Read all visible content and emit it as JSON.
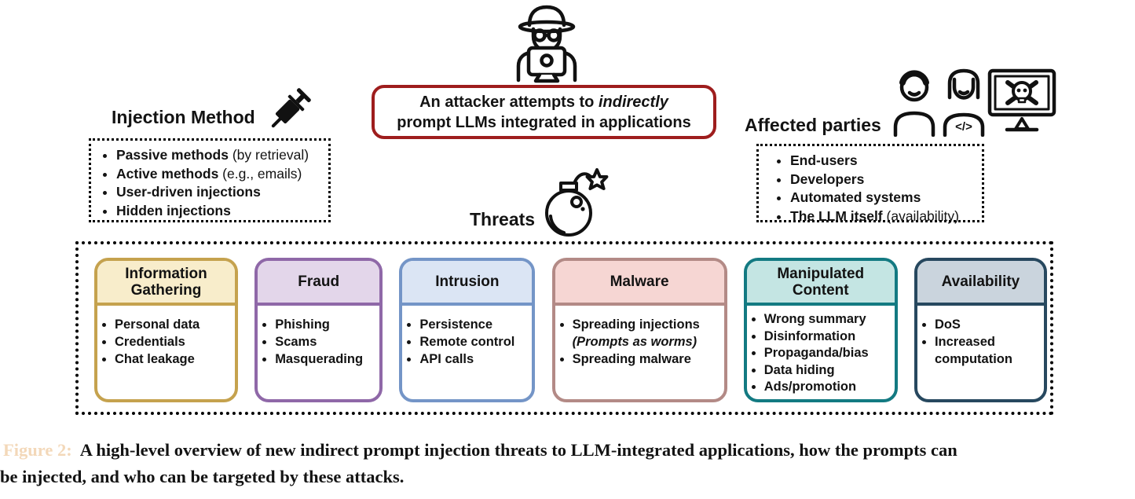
{
  "attacker_box": {
    "line1_normal": "An attacker attempts to ",
    "line1_italic": "indirectly",
    "line2": "prompt LLMs integrated in applications",
    "border_color": "#9E1D1D"
  },
  "injection_method": {
    "title": "Injection Method",
    "icon": "syringe-icon",
    "items": [
      {
        "b": "Passive methods",
        "r": " (by retrieval)"
      },
      {
        "b": "Active methods",
        "r": " (e.g., emails)"
      },
      {
        "b": "User-driven injections"
      },
      {
        "b": "Hidden injections"
      }
    ]
  },
  "affected_parties": {
    "title": "Affected parties",
    "icons": [
      "man-user-icon",
      "woman-developer-icon",
      "skull-monitor-icon"
    ],
    "items": [
      {
        "b": "End-users"
      },
      {
        "b": "Developers"
      },
      {
        "b": "Automated systems"
      },
      {
        "b": "The LLM itself",
        "r": " (availability)"
      }
    ]
  },
  "threats": {
    "title": "Threats",
    "icon": "bomb-icon",
    "cards": [
      {
        "title": "Information Gathering",
        "border_color": "#C5A24E",
        "header_bg": "#F8EDCB",
        "items": [
          {
            "b": "Personal data"
          },
          {
            "b": "Credentials"
          },
          {
            "b": "Chat leakage"
          }
        ]
      },
      {
        "title": "Fraud",
        "border_color": "#8F68A8",
        "header_bg": "#E3D6EA",
        "items": [
          {
            "b": "Phishing"
          },
          {
            "b": "Scams"
          },
          {
            "b": "Masquerading"
          }
        ]
      },
      {
        "title": "Intrusion",
        "border_color": "#7495C7",
        "header_bg": "#DBE5F4",
        "items": [
          {
            "b": "Persistence"
          },
          {
            "b": "Remote control"
          },
          {
            "b": "API calls"
          }
        ]
      },
      {
        "title": "Malware",
        "border_color": "#B38A86",
        "header_bg": "#F6D6D3",
        "items": [
          {
            "b": "Spreading injections",
            "bi": "(Prompts as worms)"
          },
          {
            "b": "Spreading malware"
          }
        ]
      },
      {
        "title": "Manipulated Content",
        "border_color": "#137A82",
        "header_bg": "#C4E5E3",
        "items": [
          {
            "b": "Wrong summary"
          },
          {
            "b": "Disinformation"
          },
          {
            "b": "Propaganda/bias"
          },
          {
            "b": "Data hiding"
          },
          {
            "b": "Ads/promotion"
          }
        ]
      },
      {
        "title": "Availability",
        "border_color": "#27485F",
        "header_bg": "#CAD4DD",
        "items": [
          {
            "b": "DoS"
          },
          {
            "b": "Increased computation"
          }
        ]
      }
    ]
  },
  "top_icon": "hacker-laptop-icon",
  "caption": {
    "label": "Figure 2:",
    "label_color": "#F3D8B9",
    "line1": "A high-level overview of new indirect prompt injection threats to LLM-integrated applications, how the prompts can",
    "line2": "be injected, and who can be targeted by these attacks."
  }
}
